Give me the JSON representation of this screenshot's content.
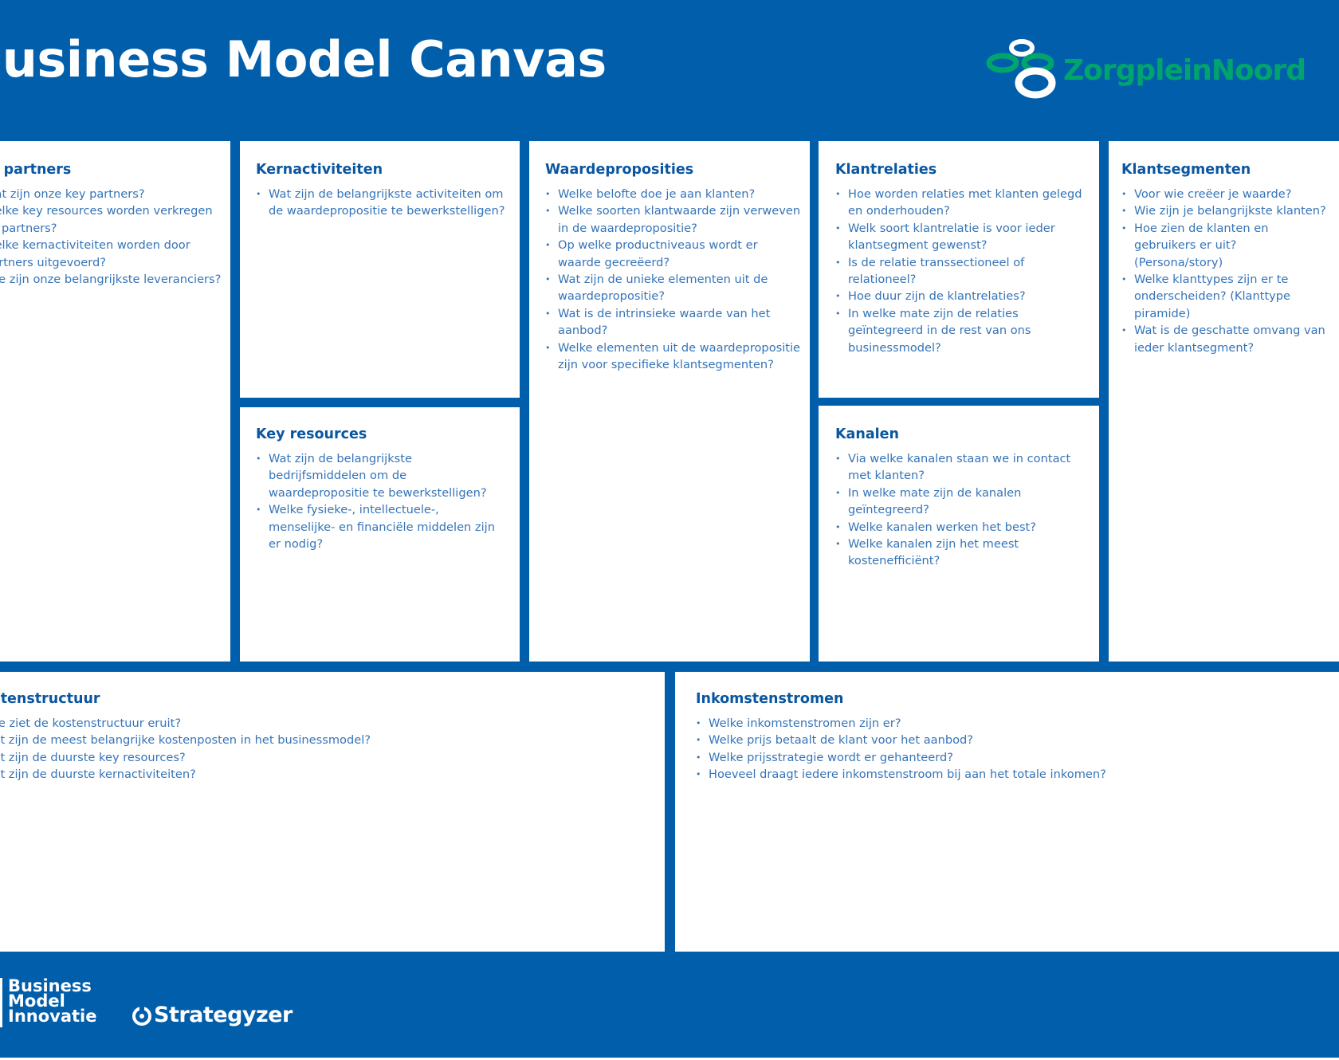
{
  "header": {
    "title": "Business Model Canvas",
    "logo_text": "ZorgpleinNoord"
  },
  "colors": {
    "brand_blue": "#005eab",
    "heading_blue": "#0a56a0",
    "text_blue": "#3574b8",
    "logo_green": "#00a46c"
  },
  "blocks": {
    "key_partners": {
      "title": "Key partners",
      "items": [
        "Wat zijn onze key partners?",
        "Welke key resources worden verkregen bij partners?",
        "Welke kernactiviteiten worden door partners uitgevoerd?",
        "Wie zijn onze belangrijkste leveranciers?"
      ]
    },
    "kernactiviteiten": {
      "title": "Kernactiviteiten",
      "items": [
        "Wat zijn de belangrijkste activiteiten om de waardepropositie te bewerkstelligen?"
      ]
    },
    "key_resources": {
      "title": "Key resources",
      "items": [
        "Wat zijn de belangrijkste bedrijfsmiddelen om de waardepropositie te bewerkstelligen?",
        "Welke fysieke-, intellectuele-, menselijke- en financiële middelen zijn er nodig?"
      ]
    },
    "waardeproposities": {
      "title": "Waardeproposities",
      "items": [
        "Welke belofte doe je aan klanten?",
        "Welke soorten klantwaarde zijn verweven in de waardepropositie?",
        "Op welke productniveaus wordt er waarde gecreëerd?",
        "Wat zijn de unieke elementen uit de waardepropositie?",
        "Wat is de intrinsieke waarde van het aanbod?",
        "Welke elementen uit de waardepropositie zijn voor specifieke klantsegmenten?"
      ]
    },
    "klantrelaties": {
      "title": "Klantrelaties",
      "items": [
        "Hoe worden relaties met klanten gelegd en onderhouden?",
        "Welk soort klantrelatie is voor ieder klantsegment gewenst?",
        "Is de relatie transsectioneel of relationeel?",
        "Hoe duur zijn de klantrelaties?",
        "In welke mate zijn de relaties geïntegreerd in de rest van ons businessmodel?"
      ]
    },
    "kanalen": {
      "title": "Kanalen",
      "items": [
        "Via welke kanalen staan we in contact met klanten?",
        "In welke mate zijn de kanalen geïntegreerd?",
        "Welke kanalen werken het best?",
        "Welke kanalen zijn het meest kostenefficiënt?"
      ]
    },
    "klantsegmenten": {
      "title": "Klantsegmenten",
      "items": [
        "Voor wie creëer je waarde?",
        "Wie zijn je belangrijkste klanten?",
        "Hoe zien de klanten en gebruikers er uit? (Persona/story)",
        "Welke klanttypes zijn er te onderscheiden? (Klanttype piramide)",
        "Wat is de geschatte omvang van ieder klantsegment?"
      ]
    },
    "kostenstructuur": {
      "title": "Kostenstructuur",
      "items": [
        "Hoe ziet de kostenstructuur eruit?",
        "Wat zijn de meest belangrijke kostenposten in het businessmodel?",
        "Wat zijn de duurste key resources?",
        "Wat zijn de duurste kernactiviteiten?"
      ]
    },
    "inkomstenstromen": {
      "title": "Inkomstenstromen",
      "items": [
        "Welke inkomstenstromen zijn er?",
        "Welke prijs betaalt de klant voor het aanbod?",
        "Welke prijsstrategie wordt er gehanteerd?",
        "Hoeveel draagt iedere inkomstenstroom bij aan het totale inkomen?"
      ]
    }
  },
  "footer": {
    "bmi_line1": "Business",
    "bmi_line2": "Model",
    "bmi_line3": "Innovatie",
    "strategyzer": "Strategyzer"
  }
}
